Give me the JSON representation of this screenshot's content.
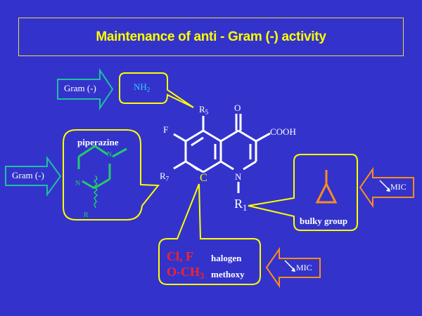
{
  "title": "Maintenance of anti - Gram (-)  activity",
  "colors": {
    "background": "#3333CC",
    "title": "#FFFF00",
    "callout": "#FFFF00",
    "gram_arrow": "#1FBFA0",
    "mic_arrow": "#FF8C1A",
    "piperazine": "#22CC66",
    "substituent": "#FF2222",
    "nh2": "#33CCFF"
  },
  "arrows": {
    "gram_top": "Gram (-)",
    "gram_left": "Gram (-)",
    "mic_right": "MIC",
    "mic_bottom": "MIC"
  },
  "callouts": {
    "nh2": {
      "main": "NH",
      "sub": "2"
    },
    "piperazine": {
      "title": "piperazine",
      "n1": "N",
      "n2": "N",
      "r": "R"
    },
    "bulky": {
      "label": "bulky group"
    },
    "c8": {
      "row1_sub": "Cl, F",
      "row1_desc": "halogen",
      "row2_main": "O-CH",
      "row2_sub": "3",
      "row2_desc": "methoxy"
    }
  },
  "molecule": {
    "r5": {
      "main": "R",
      "sub": "5"
    },
    "o": "O",
    "f": "F",
    "cooh": "COOH",
    "r7": {
      "main": "R",
      "sub": "7"
    },
    "c": "C",
    "n": "N",
    "r1": {
      "main": "R",
      "sub": "1"
    }
  }
}
